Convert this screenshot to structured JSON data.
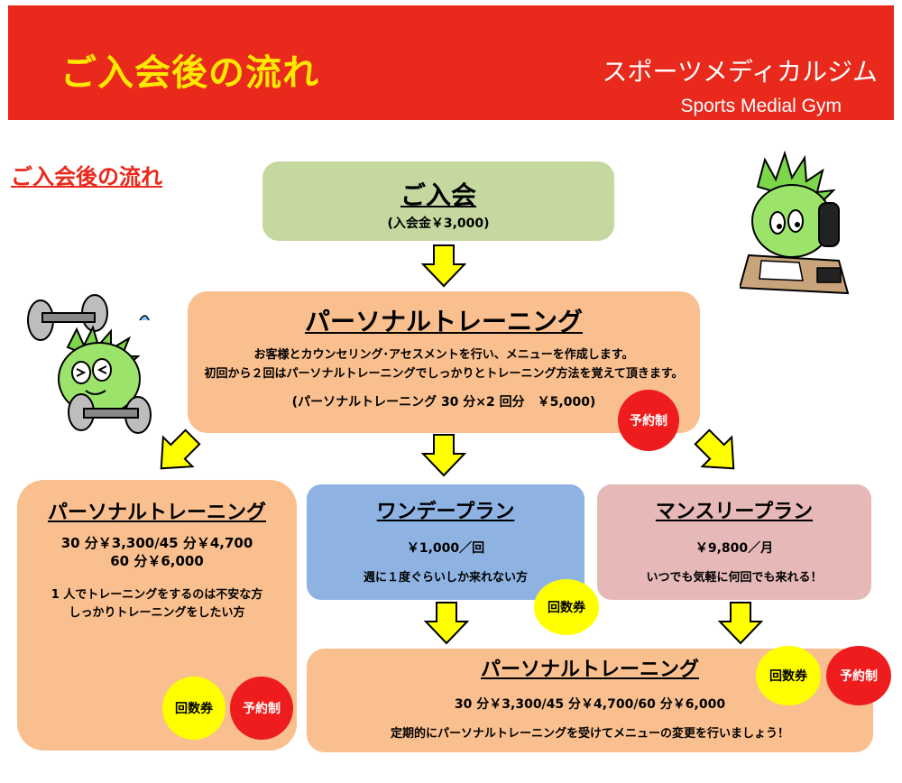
{
  "banner": {
    "title": "ご入会後の流れ",
    "gym_name_jp": "スポーツメディカルジム",
    "gym_name_en": "Sports Medial Gym"
  },
  "section_heading": "ご入会後の流れ",
  "join": {
    "title": "ご入会",
    "fee": "(入会金￥3,000)"
  },
  "personal_intro": {
    "title": "パーソナルトレーニング",
    "desc_line1": "お客様とカウンセリング･アセスメントを行い、メニューを作成します。",
    "desc_line2": "初回から２回はパーソナルトレーニングでしっかりとトレーニング方法を覚えて頂きます。",
    "price": "(パーソナルトレーニング 30 分×2 回分　￥5,000)",
    "badge_reservation": "予約制"
  },
  "personal_plan": {
    "title": "パーソナルトレーニング",
    "price_line1": "30 分￥3,300/45 分￥4,700",
    "price_line2": "60 分￥6,000",
    "desc_line1": "1 人でトレーニングをするのは不安な方",
    "desc_line2": "しっかりトレーニングをしたい方",
    "badge_ticket": "回数券",
    "badge_reservation": "予約制"
  },
  "oneday_plan": {
    "title": "ワンデープラン",
    "price": "￥1,000／回",
    "desc": "週に１度ぐらいしか来れない方",
    "badge_ticket": "回数券"
  },
  "monthly_plan": {
    "title": "マンスリープラン",
    "price": "￥9,800／月",
    "desc": "いつでも気軽に何回でも来れる！"
  },
  "personal_followup": {
    "title": "パーソナルトレーニング",
    "price": "30 分￥3,300/45 分￥4,700/60 分￥6,000",
    "desc": "定期的にパーソナルトレーニングを受けてメニューの変更を行いましょう！",
    "badge_ticket": "回数券",
    "badge_reservation": "予約制"
  },
  "colors": {
    "banner_red": "#e8291b",
    "title_yellow": "#ffe800",
    "join_green": "#c5d8a0",
    "peach": "#f9bf8f",
    "blue": "#8eb3e3",
    "pink": "#e6b8b8",
    "arrow_yellow": "#ffff00",
    "badge_red": "#ee1c1c"
  },
  "icons": [
    "down-arrow-icon",
    "mascot-weights-illustration",
    "mascot-phone-illustration"
  ]
}
